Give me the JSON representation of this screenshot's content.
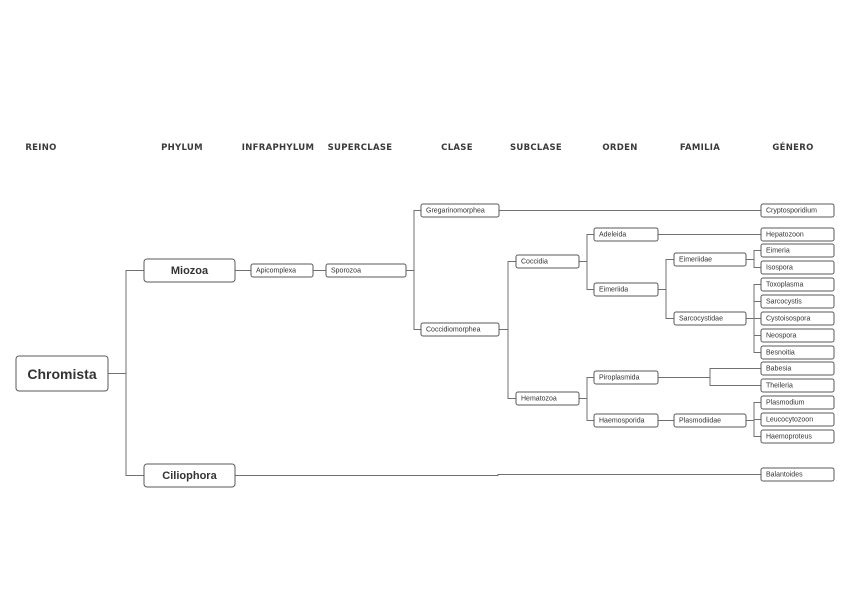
{
  "levels": [
    "REINO",
    "PHYLUM",
    "INFRAPHYLUM",
    "SUPERCLASE",
    "CLASE",
    "SUBCLASE",
    "ORDEN",
    "FAMILIA",
    "GÉNERO"
  ],
  "nodes": [
    {
      "id": "chromista",
      "label": "Chromista"
    },
    {
      "id": "miozoa",
      "label": "Miozoa",
      "parent": "chromista"
    },
    {
      "id": "ciliophora",
      "label": "Ciliophora",
      "parent": "chromista"
    },
    {
      "id": "apicomplexa",
      "label": "Apicomplexa",
      "parent": "miozoa"
    },
    {
      "id": "sporozoa",
      "label": "Sporozoa",
      "parent": "apicomplexa"
    },
    {
      "id": "gregarinomorphea",
      "label": "Gregarinomorphea",
      "parent": "sporozoa"
    },
    {
      "id": "coccidiomorphea",
      "label": "Coccidiomorphea",
      "parent": "sporozoa"
    },
    {
      "id": "coccidia",
      "label": "Coccidia",
      "parent": "coccidiomorphea"
    },
    {
      "id": "hematozoa",
      "label": "Hematozoa",
      "parent": "coccidiomorphea"
    },
    {
      "id": "adeleida",
      "label": "Adeleida",
      "parent": "coccidia"
    },
    {
      "id": "eimeriida",
      "label": "Eimeriida",
      "parent": "coccidia"
    },
    {
      "id": "piroplasmida",
      "label": "Piroplasmida",
      "parent": "hematozoa"
    },
    {
      "id": "haemosporida",
      "label": "Haemosporida",
      "parent": "hematozoa"
    },
    {
      "id": "eimeriidae",
      "label": "Eimeriidae",
      "parent": "eimeriida"
    },
    {
      "id": "sarcocystidae",
      "label": "Sarcocystidae",
      "parent": "eimeriida"
    },
    {
      "id": "plasmodiidae",
      "label": "Plasmodiidae",
      "parent": "haemosporida"
    },
    {
      "id": "cryptosporidium",
      "label": "Cryptosporidium",
      "parent": "gregarinomorphea"
    },
    {
      "id": "hepatozoon",
      "label": "Hepatozoon",
      "parent": "adeleida"
    },
    {
      "id": "eimeria",
      "label": "Eimeria",
      "parent": "eimeriidae"
    },
    {
      "id": "isospora",
      "label": "Isospora",
      "parent": "eimeriidae"
    },
    {
      "id": "toxoplasma",
      "label": "Toxoplasma",
      "parent": "sarcocystidae"
    },
    {
      "id": "sarcocystis",
      "label": "Sarcocystis",
      "parent": "sarcocystidae"
    },
    {
      "id": "cystoisospora",
      "label": "Cystoisospora",
      "parent": "sarcocystidae"
    },
    {
      "id": "neospora",
      "label": "Neospora",
      "parent": "sarcocystidae"
    },
    {
      "id": "besnoitia",
      "label": "Besnoitia",
      "parent": "sarcocystidae"
    },
    {
      "id": "babesia",
      "label": "Babesia",
      "parent": "piroplasmida"
    },
    {
      "id": "theileria",
      "label": "Theileria",
      "parent": "piroplasmida"
    },
    {
      "id": "plasmodium",
      "label": "Plasmodium",
      "parent": "plasmodiidae"
    },
    {
      "id": "leucocytozoon",
      "label": "Leucocytozoon",
      "parent": "plasmodiidae"
    },
    {
      "id": "haemoproteus",
      "label": "Haemoproteus",
      "parent": "plasmodiidae"
    },
    {
      "id": "balantoides",
      "label": "Balantoides",
      "parent": "ciliophora"
    }
  ]
}
